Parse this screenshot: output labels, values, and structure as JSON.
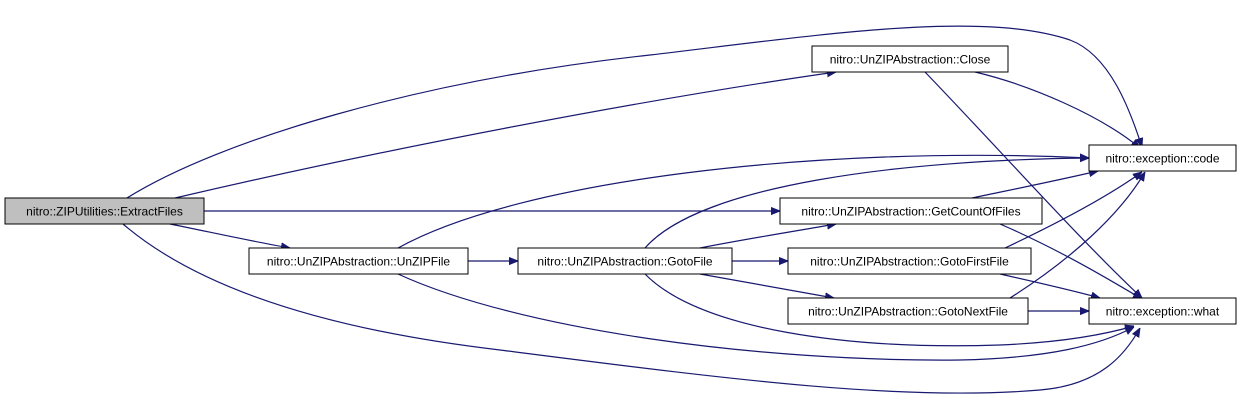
{
  "graph": {
    "edge_color": "#191970",
    "root_fill": "#bfbfbf",
    "nodes": {
      "extract_files": {
        "label": "nitro::ZIPUtilities::ExtractFiles"
      },
      "close": {
        "label": "nitro::UnZIPAbstraction::Close"
      },
      "code": {
        "label": "nitro::exception::code"
      },
      "get_count_of_files": {
        "label": "nitro::UnZIPAbstraction::GetCountOfFiles"
      },
      "unzip_file": {
        "label": "nitro::UnZIPAbstraction::UnZIPFile"
      },
      "goto_file": {
        "label": "nitro::UnZIPAbstraction::GotoFile"
      },
      "goto_first_file": {
        "label": "nitro::UnZIPAbstraction::GotoFirstFile"
      },
      "goto_next_file": {
        "label": "nitro::UnZIPAbstraction::GotoNextFile"
      },
      "what": {
        "label": "nitro::exception::what"
      }
    },
    "edges": [
      {
        "from": "nitro::ZIPUtilities::ExtractFiles",
        "to": "nitro::exception::code"
      },
      {
        "from": "nitro::ZIPUtilities::ExtractFiles",
        "to": "nitro::UnZIPAbstraction::Close"
      },
      {
        "from": "nitro::ZIPUtilities::ExtractFiles",
        "to": "nitro::UnZIPAbstraction::GetCountOfFiles"
      },
      {
        "from": "nitro::ZIPUtilities::ExtractFiles",
        "to": "nitro::UnZIPAbstraction::UnZIPFile"
      },
      {
        "from": "nitro::ZIPUtilities::ExtractFiles",
        "to": "nitro::exception::what"
      },
      {
        "from": "nitro::UnZIPAbstraction::Close",
        "to": "nitro::exception::code"
      },
      {
        "from": "nitro::UnZIPAbstraction::Close",
        "to": "nitro::exception::what"
      },
      {
        "from": "nitro::UnZIPAbstraction::UnZIPFile",
        "to": "nitro::exception::code"
      },
      {
        "from": "nitro::UnZIPAbstraction::UnZIPFile",
        "to": "nitro::UnZIPAbstraction::GotoFile"
      },
      {
        "from": "nitro::UnZIPAbstraction::UnZIPFile",
        "to": "nitro::exception::what"
      },
      {
        "from": "nitro::UnZIPAbstraction::GotoFile",
        "to": "nitro::exception::code"
      },
      {
        "from": "nitro::UnZIPAbstraction::GotoFile",
        "to": "nitro::UnZIPAbstraction::GetCountOfFiles"
      },
      {
        "from": "nitro::UnZIPAbstraction::GotoFile",
        "to": "nitro::UnZIPAbstraction::GotoFirstFile"
      },
      {
        "from": "nitro::UnZIPAbstraction::GotoFile",
        "to": "nitro::UnZIPAbstraction::GotoNextFile"
      },
      {
        "from": "nitro::UnZIPAbstraction::GotoFile",
        "to": "nitro::exception::what"
      },
      {
        "from": "nitro::UnZIPAbstraction::GetCountOfFiles",
        "to": "nitro::exception::code"
      },
      {
        "from": "nitro::UnZIPAbstraction::GetCountOfFiles",
        "to": "nitro::exception::what"
      },
      {
        "from": "nitro::UnZIPAbstraction::GotoFirstFile",
        "to": "nitro::exception::code"
      },
      {
        "from": "nitro::UnZIPAbstraction::GotoFirstFile",
        "to": "nitro::exception::what"
      },
      {
        "from": "nitro::UnZIPAbstraction::GotoNextFile",
        "to": "nitro::exception::code"
      },
      {
        "from": "nitro::UnZIPAbstraction::GotoNextFile",
        "to": "nitro::exception::what"
      }
    ]
  }
}
